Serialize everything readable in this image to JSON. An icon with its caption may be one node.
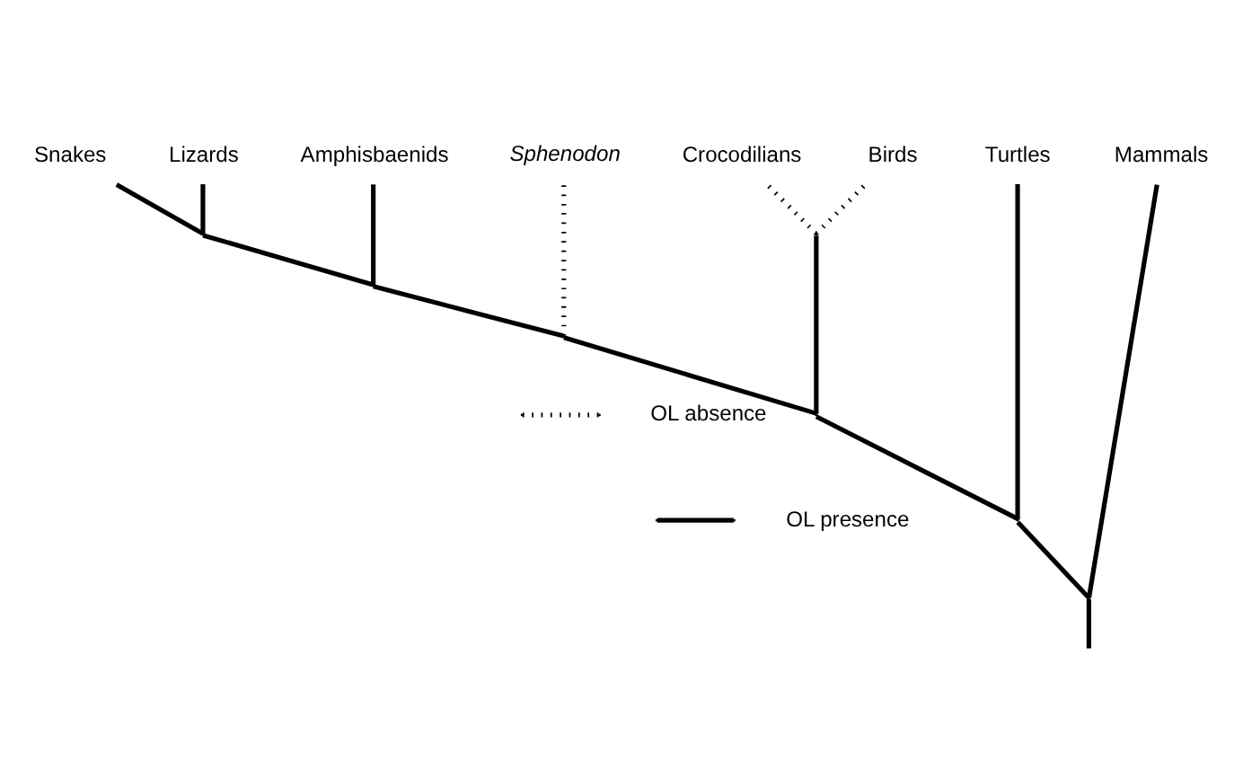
{
  "diagram": {
    "nodes": [
      {
        "text": [
          "Mammals"
        ]
      },
      {
        "text": [
          "Turtles"
        ]
      },
      {
        "text": [
          "Sphenodon"
        ]
      },
      {
        "text": [
          "Amphisbaenids"
        ]
      },
      {
        "text": [
          "Snakes"
        ]
      },
      {
        "text": [
          "Lizards"
        ]
      },
      {
        "text": [
          "Crocodilians"
        ]
      },
      {
        "text": [
          "Birds"
        ]
      },
      {
        "text": [],
        "shape": "point"
      },
      {
        "text": [],
        "shape": "point"
      },
      {
        "text": [],
        "shape": "point"
      },
      {
        "text": [],
        "shape": "point"
      },
      {
        "text": [],
        "shape": "point"
      },
      {
        "text": [],
        "shape": "point"
      },
      {
        "text": [],
        "shape": "point"
      }
    ],
    "edges": [
      {
        "from": null,
        "to": 8,
        "arrow": "none"
      },
      {
        "from": 8,
        "to": 0,
        "arrow": "none"
      },
      {
        "from": 8,
        "to": 9,
        "arrow": "none"
      },
      {
        "from": 9,
        "to": 1,
        "arrow": "none"
      },
      {
        "from": 9,
        "to": 10,
        "arrow": "none"
      },
      {
        "from": 10,
        "to": 11,
        "arrow": "none"
      },
      {
        "from": 11,
        "to": 2,
        "arrow": "none",
        "style": "dashed"
      },
      {
        "from": 11,
        "to": 12,
        "arrow": "none"
      },
      {
        "from": 12,
        "to": 3,
        "arrow": "none"
      },
      {
        "from": 12,
        "to": 13,
        "arrow": "none"
      },
      {
        "from": 13,
        "to": 4,
        "arrow": "none"
      },
      {
        "from": 13,
        "to": 5,
        "arrow": "none"
      },
      {
        "from": 10,
        "to": 14,
        "arrow": "none"
      },
      {
        "from": 14,
        "to": 6,
        "arrow": "none",
        "style": "dashed"
      },
      {
        "from": 14,
        "to": 7,
        "arrow": "none",
        "style": "dashed"
      }
    ],
    "legend": [
      {
        "text": "OL presence"
      },
      {
        "text": "OL absence"
      }
    ]
  }
}
